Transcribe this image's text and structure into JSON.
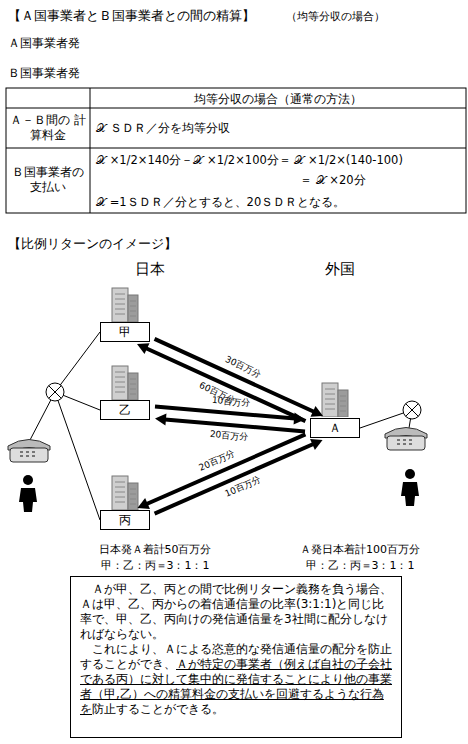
{
  "diagram": {
    "title": "【Ａ国事業者とＢ国事業者との間の精算】",
    "nodes": [
      {
        "text": [
          "甲"
        ]
      },
      {
        "text": [
          "乙"
        ]
      },
      {
        "text": [
          "丙"
        ]
      },
      {
        "text": [
          "Ａ"
        ]
      },
      {
        "text": [
          "Ａが甲、乙、丙との間で比例リターン義務を負う場合、Ａは甲、乙、丙からの着信通信量の比率(3:1:1)と同じ比率で、甲、乙、丙向けの発信通信量を3社間に配分しなければならない。",
          "これにより、Ａによる恣意的な発信通信量の配分を防止することができ、",
          "Ａが特定の事業者（例えば自社の子会社である丙）に対して集中的に発信することにより他の事業者（甲,乙）への精算料金の支払いを回避するような行為を",
          "防止することができる。"
        ]
      }
    ],
    "edges": [
      {
        "from": 0,
        "to": 3,
        "label": "30百万分",
        "arrow": "to"
      },
      {
        "from": 3,
        "to": 0,
        "label": "60百万分",
        "arrow": "to"
      },
      {
        "from": 1,
        "to": 3,
        "label": "10百万分",
        "arrow": "to"
      },
      {
        "from": 3,
        "to": 1,
        "label": "20百万分",
        "arrow": "to"
      },
      {
        "from": 3,
        "to": 2,
        "label": "20百万分",
        "arrow": "to"
      },
      {
        "from": 2,
        "to": 3,
        "label": "10百万分",
        "arrow": "to"
      }
    ],
    "labels": [
      "（均等分収の場合）",
      "Ａ国事業者発",
      "Ｂ国事業者発",
      "均等分収の場合（通常の方法）",
      "Ａ－Ｂ間の 計算料金",
      "𝒳 ＳＤＲ／分を均等分収",
      "Ｂ国事業者の 支払い",
      "𝒳 ×1/2×140分－𝒳 ×1/2×100分＝ 𝒳 ×1/2×(140-100)",
      "＝ 𝒳 ×20分",
      "𝒳 =1ＳＤＲ／分とすると、20ＳＤＲとなる。",
      "【比例リターンのイメージ】",
      "日本",
      "外国",
      "日本発Ａ着計50百万分",
      "甲：乙：丙＝3：1：1",
      "Ａ発日本着計100百万分",
      "甲：乙：丙＝3：1：1"
    ]
  }
}
